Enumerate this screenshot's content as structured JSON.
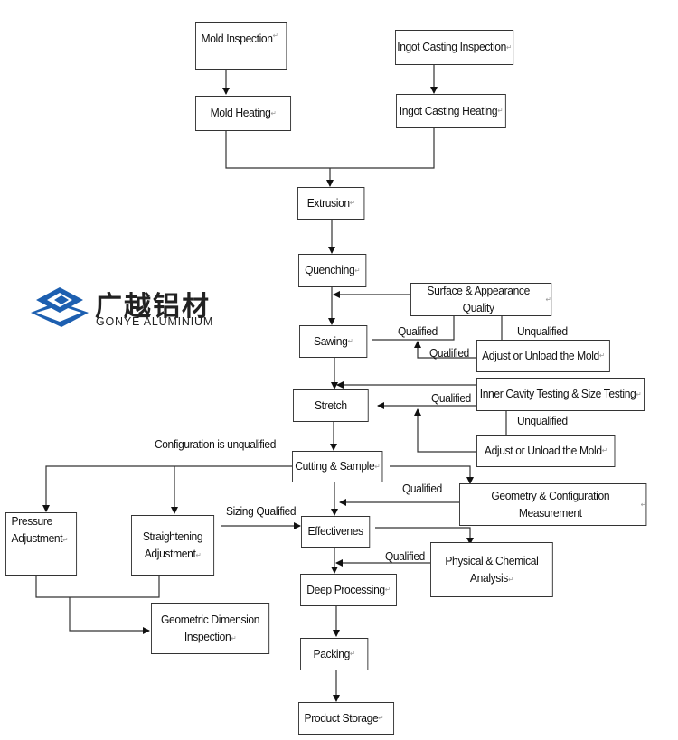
{
  "logo": {
    "chinese_name": "广越铝材",
    "english_name": "GONYE ALUMINIUM",
    "brand_color": "#1d5fb0"
  },
  "nodes": {
    "mold_inspection": "Mold Inspection",
    "mold_heating": "Mold Heating",
    "ingot_inspection": "Ingot Casting Inspection",
    "ingot_heating": "Ingot Casting Heating",
    "extrusion": "Extrusion",
    "quenching": "Quenching",
    "surface_quality": "Surface & Appearance Quality",
    "sawing": "Sawing",
    "adjust_mold_1": "Adjust or Unload the Mold",
    "stretch": "Stretch",
    "inner_cavity": "Inner Cavity Testing & Size Testing",
    "adjust_mold_2": "Adjust or Unload the Mold",
    "cutting_sample": "Cutting & Sample",
    "geometry_measurement": "Geometry & Configuration Measurement",
    "pressure_adjustment_1": "Pressure",
    "pressure_adjustment_2": "Adjustment",
    "straightening_1": "Straightening",
    "straightening_2": "Adjustment",
    "effectiveness": "Effectivenes",
    "physical_chemical_1": "Physical & Chemical",
    "physical_chemical_2": "Analysis",
    "deep_processing": "Deep Processing",
    "geometric_dimension_1": "Geometric Dimension",
    "geometric_dimension_2": "Inspection",
    "packing": "Packing",
    "product_storage": "Product Storage"
  },
  "edge_labels": {
    "qualified_surface": "Qualified",
    "unqualified_surface": "Unqualified",
    "qualified_adjust1": "Qualified",
    "qualified_inner": "Qualified",
    "unqualified_inner": "Unqualified",
    "config_unqualified": "Configuration is unqualified",
    "qualified_geometry": "Qualified",
    "sizing_qualified": "Sizing Qualified",
    "qualified_physical": "Qualified"
  },
  "paragraph_mark": "↵"
}
